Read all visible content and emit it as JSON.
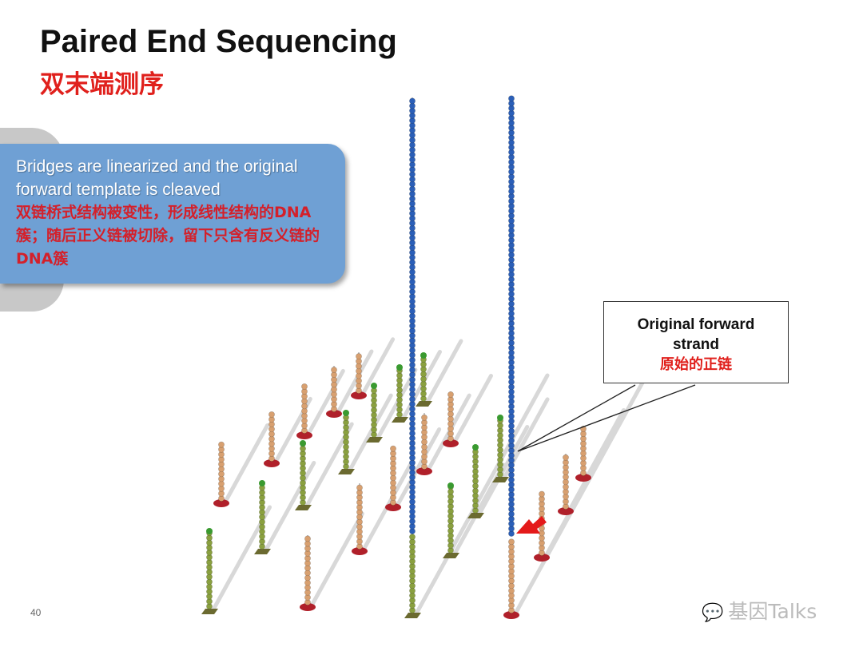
{
  "slide": {
    "title": "Paired End Sequencing",
    "subtitle": "双末端测序",
    "page_number": "40"
  },
  "callout": {
    "text_en": "Bridges are linearized and the original forward template is cleaved",
    "text_zh": "双链桥式结构被变性，形成线性结构的DNA簇；随后正义链被切除，留下只含有反义链的DNA簇"
  },
  "strand_label": {
    "text_en": "Original forward strand",
    "text_zh": "原始的正链"
  },
  "watermark": {
    "icon": "wechat-icon",
    "text": "基因Talks"
  },
  "colors": {
    "title_red": "#e0201c",
    "callout_blue": "#6fa0d4",
    "strand_blue": "#2b5fb8",
    "bead_orange": "#d8a070",
    "bead_green": "#8aa040",
    "base_red": "#b0202a",
    "base_olive": "#6b6a30"
  }
}
